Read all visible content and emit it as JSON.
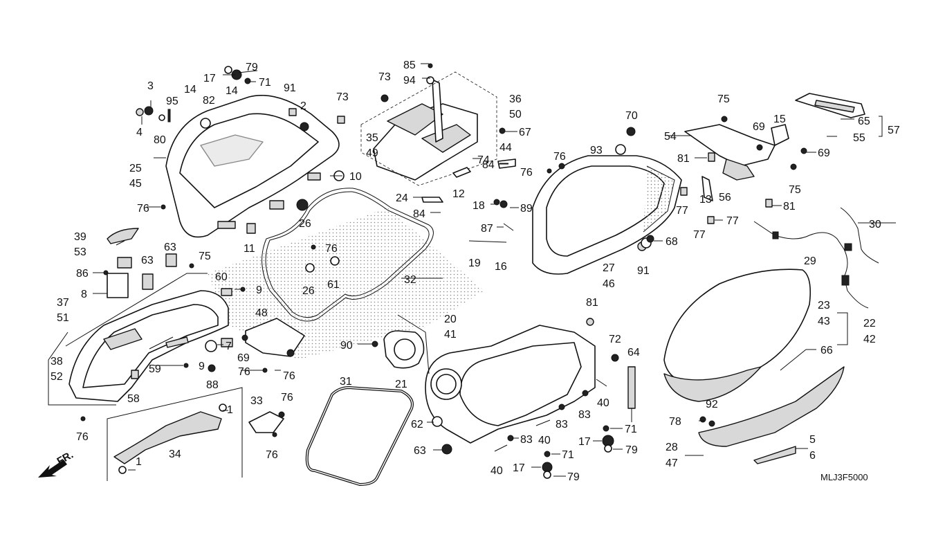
{
  "diagram": {
    "code": "MLJ3F5000",
    "front_label": "FR.",
    "callouts": [
      "1",
      "2",
      "3",
      "4",
      "5",
      "6",
      "7",
      "8",
      "9",
      "10",
      "11",
      "12",
      "13",
      "14",
      "15",
      "16",
      "17",
      "18",
      "19",
      "20",
      "21",
      "22",
      "23",
      "24",
      "25",
      "26",
      "27",
      "28",
      "29",
      "30",
      "31",
      "32",
      "33",
      "34",
      "35",
      "36",
      "37",
      "38",
      "39",
      "40",
      "41",
      "42",
      "43",
      "44",
      "45",
      "46",
      "47",
      "48",
      "49",
      "50",
      "51",
      "52",
      "53",
      "54",
      "55",
      "56",
      "57",
      "58",
      "59",
      "60",
      "61",
      "62",
      "63",
      "64",
      "65",
      "66",
      "67",
      "68",
      "69",
      "70",
      "71",
      "72",
      "73",
      "74",
      "75",
      "76",
      "77",
      "78",
      "79",
      "80",
      "81",
      "82",
      "83",
      "84",
      "85",
      "86",
      "87",
      "88",
      "89",
      "90",
      "91",
      "92",
      "93",
      "94",
      "95"
    ]
  }
}
